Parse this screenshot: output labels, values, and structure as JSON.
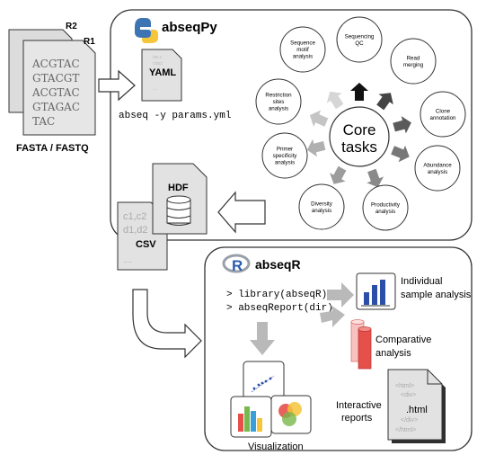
{
  "input": {
    "file_labels": [
      "R2",
      "R1"
    ],
    "sequence_lines": [
      "ACGTAC",
      "GTACGT",
      "ACGTAC",
      "GTAGAC",
      "TAC"
    ],
    "format_label": "FASTA / FASTQ"
  },
  "abseqpy": {
    "title": "abseqPy",
    "yaml_label": "YAML",
    "yaml_faded_lines": [
      "tas.c",
      "ctacc",
      "..."
    ],
    "command": "abseq -y params.yml",
    "core_label_line1": "Core",
    "core_label_line2": "tasks",
    "tasks": [
      {
        "lines": [
          "Sequencing",
          "QC"
        ]
      },
      {
        "lines": [
          "Read",
          "merging"
        ]
      },
      {
        "lines": [
          "Clone",
          "annotation"
        ]
      },
      {
        "lines": [
          "Abundance",
          "analysis"
        ]
      },
      {
        "lines": [
          "Productivity",
          "analysis"
        ]
      },
      {
        "lines": [
          "Diversity",
          "analysis"
        ]
      },
      {
        "lines": [
          "Primer",
          "specificity",
          "analysis"
        ]
      },
      {
        "lines": [
          "Restriction",
          "sites",
          "analysis"
        ]
      },
      {
        "lines": [
          "Sequence",
          "motif",
          "analysis"
        ]
      }
    ],
    "hdf_label": "HDF",
    "csv_label": "CSV",
    "csv_faded_lines": [
      "c1,c2",
      "d1,d2",
      "...."
    ]
  },
  "abseqr": {
    "title": "abseqR",
    "r_logo_letter": "R",
    "code_lines": [
      "> library(abseqR)",
      "> abseqReport(dir)"
    ],
    "individual_label": [
      "Individual",
      "sample analysis"
    ],
    "comparative_label": [
      "Comparative",
      "analysis"
    ],
    "interactive_label": [
      "Interactive",
      "reports"
    ],
    "html_file_label": ".html",
    "html_faded_lines": [
      "<html>",
      "<div>",
      "</div>",
      "</html>"
    ],
    "visualization_label": "Visualization"
  },
  "colors": {
    "arrow_gray": "#b9b9b9",
    "box_border": "#333333",
    "file_fill": "#e2e2e2",
    "bar_blue": "#2b4fa8",
    "red_cylinder": "#e5504a",
    "python_blue": "#3d74b3",
    "python_yellow": "#f5c63a"
  }
}
